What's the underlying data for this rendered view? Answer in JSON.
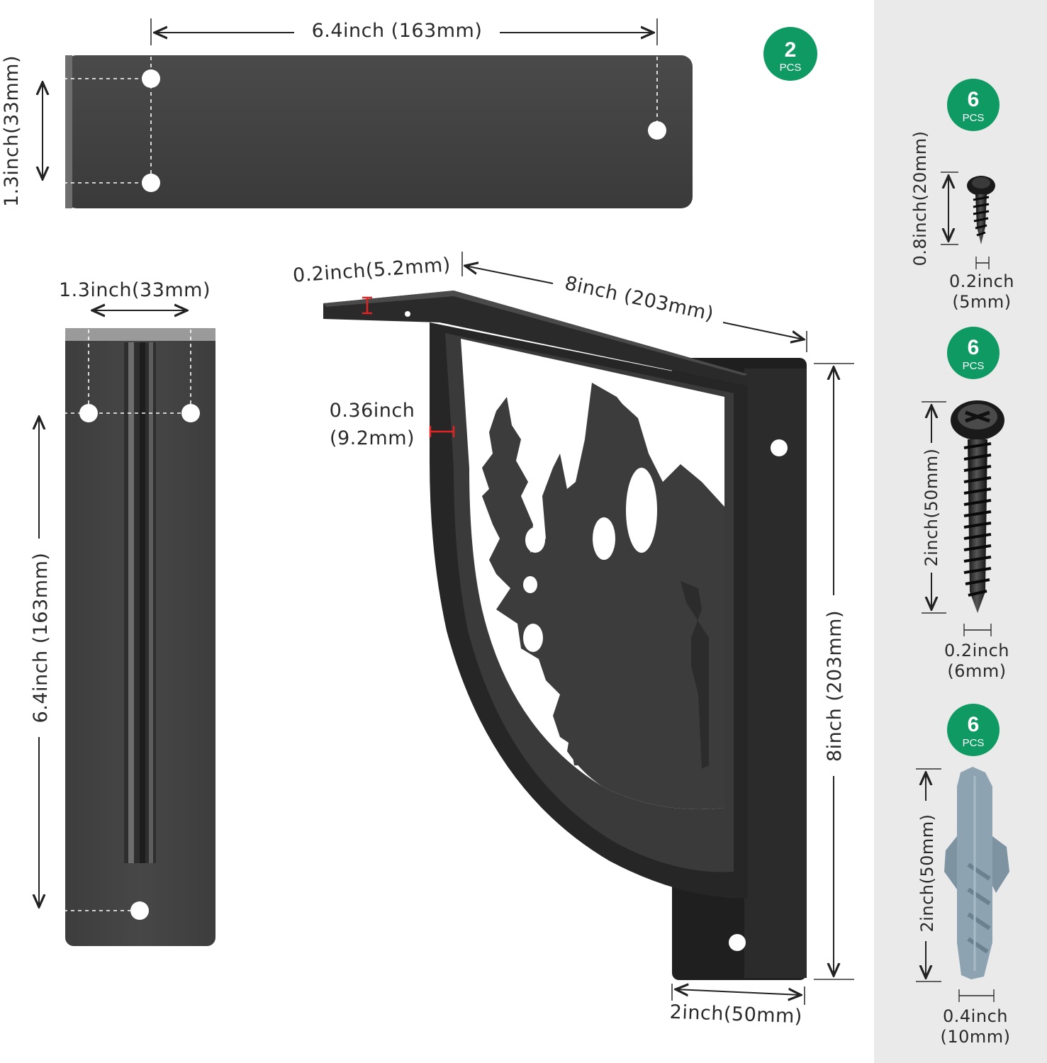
{
  "colors": {
    "badge_green": "#0f9a63",
    "panel_gray": "#eaeaea",
    "bracket_dark": "#3c3c3c",
    "anchor_blue": "#8ea3b1"
  },
  "top_plate": {
    "length_label": "6.4inch (163mm)",
    "width_label": "1.3inch(33mm)",
    "badge": {
      "count": "2",
      "unit": "PCS"
    }
  },
  "side_plate": {
    "width_label": "1.3inch(33mm)",
    "length_label": "6.4inch (163mm)"
  },
  "bracket": {
    "thickness_label": "0.2inch(5.2mm)",
    "depth_label": "8inch (203mm)",
    "frame_line1": "0.36inch",
    "frame_line2": "(9.2mm)",
    "height_label": "8inch (203mm)",
    "width_label": "2inch(50mm)"
  },
  "hardware": [
    {
      "name": "small-screw",
      "count": "6",
      "unit": "PCS",
      "length_label": "0.8inch(20mm)",
      "dia_line1": "0.2inch",
      "dia_line2": "(5mm)"
    },
    {
      "name": "long-screw",
      "count": "6",
      "unit": "PCS",
      "length_label": "2inch(50mm)",
      "dia_line1": "0.2inch",
      "dia_line2": "(6mm)"
    },
    {
      "name": "wall-anchor",
      "count": "6",
      "unit": "PCS",
      "length_label": "2inch(50mm)",
      "dia_line1": "0.4inch",
      "dia_line2": "(10mm)"
    }
  ]
}
